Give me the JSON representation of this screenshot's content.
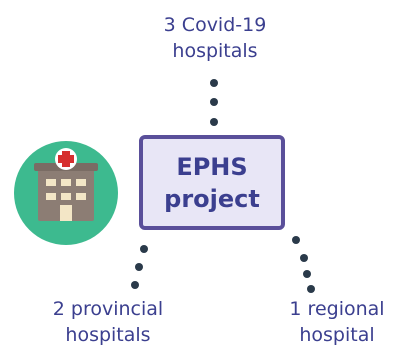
{
  "top_node": {
    "line1": "3 Covid-19",
    "line2": "hospitals"
  },
  "center_node": {
    "line1": "EPHS",
    "line2": "project"
  },
  "left_node": {
    "line1": "2 provincial",
    "line2": "hospitals"
  },
  "right_node": {
    "line1": "1 regional",
    "line2": "hospital"
  },
  "icon": {
    "name": "hospital-building-icon"
  },
  "colors": {
    "text": "#3b3f8f",
    "box_border": "#5a4f9a",
    "box_fill": "#e8e6f6",
    "dots": "#2a3a4a",
    "icon_circle": "#3dba8f",
    "icon_cross": "#d62f2f"
  }
}
